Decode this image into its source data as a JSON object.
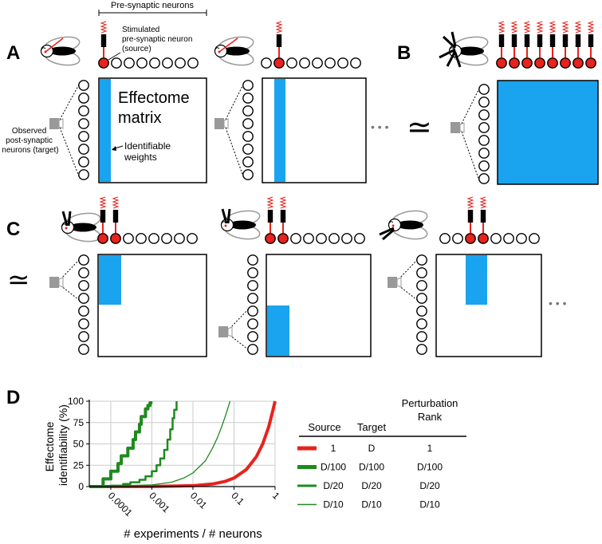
{
  "panels": {
    "a": "A",
    "b": "B",
    "c": "C",
    "d": "D"
  },
  "panel_a": {
    "presynaptic_label": "Pre-synaptic neurons",
    "stimulated_label_line1": "Stimulated",
    "stimulated_label_line2": "pre-synaptic neuron",
    "stimulated_label_line3": "(source)",
    "matrix_title_line1": "Effectome",
    "matrix_title_line2": "matrix",
    "observed_line1": "Observed",
    "observed_line2": "post-synaptic",
    "observed_line3": "neurons (target)",
    "identifiable_line1": "Identifiable",
    "identifiable_line2": "weights",
    "ellipsis": "• • •"
  },
  "approx_symbol": "≃",
  "panel_c": {
    "ellipsis": "• • •"
  },
  "colors": {
    "matrix_fill": "#1aa3ee",
    "stimulated_neuron": "#e8221c",
    "red_wire": "#e8221c",
    "electrode": "#000000",
    "grid": "#cccccc",
    "camera": "#999999"
  },
  "table": {
    "headers": [
      "Source",
      "Target",
      "Perturbation",
      "Rank"
    ],
    "rows": [
      {
        "source": "1",
        "target": "D",
        "rank": "1",
        "color": "#e8221c",
        "width": "thick"
      },
      {
        "source": "D/100",
        "target": "D/100",
        "rank": "D/100",
        "color": "#1e8a1e",
        "width": "thick"
      },
      {
        "source": "D/20",
        "target": "D/20",
        "rank": "D/20",
        "color": "#1e8a1e",
        "width": "medium"
      },
      {
        "source": "D/10",
        "target": "D/10",
        "rank": "D/10",
        "color": "#1e8a1e",
        "width": "thin"
      }
    ]
  },
  "chart_data": {
    "type": "line",
    "xlabel": "# experiments / # neurons",
    "ylabel_line1": "Effectome",
    "ylabel_line2": "identifiability (%)",
    "x_scale": "log",
    "xlim": [
      3e-05,
      1
    ],
    "ylim": [
      0,
      100
    ],
    "grid": true,
    "xticks": [
      {
        "value": 0.0001,
        "label": "0.0001"
      },
      {
        "value": 0.001,
        "label": "0.001"
      },
      {
        "value": 0.01,
        "label": "0.01"
      },
      {
        "value": 0.1,
        "label": "0.1"
      },
      {
        "value": 1,
        "label": "1"
      }
    ],
    "yticks": [
      {
        "value": 0,
        "label": "0"
      },
      {
        "value": 25,
        "label": "25"
      },
      {
        "value": 50,
        "label": "50"
      },
      {
        "value": 75,
        "label": "75"
      },
      {
        "value": 100,
        "label": "100"
      }
    ],
    "series": [
      {
        "color": "#e8221c",
        "width": 4,
        "step": false,
        "x": [
          3e-05,
          0.001,
          0.01,
          0.03,
          0.06,
          0.1,
          0.2,
          0.35,
          0.5,
          0.7,
          0.85,
          1
        ],
        "y": [
          0,
          0.1,
          1,
          3,
          6,
          10,
          20,
          35,
          50,
          70,
          86,
          100
        ]
      },
      {
        "color": "#1e8a1e",
        "width": 4,
        "step": true,
        "x": [
          3e-05,
          5e-05,
          6.5e-05,
          8e-05,
          0.0001,
          0.00012,
          0.00015,
          0.00018,
          0.00022,
          0.00026,
          0.0003,
          0.00035,
          0.0004,
          0.00045,
          0.0005,
          0.00055,
          0.0006,
          0.0007,
          0.0008,
          0.0009,
          0.00095
        ],
        "y": [
          0,
          0,
          9,
          9,
          18,
          18,
          27,
          36,
          36,
          45,
          45,
          55,
          64,
          64,
          73,
          82,
          82,
          91,
          95,
          98,
          100
        ]
      },
      {
        "color": "#1e8a1e",
        "width": 2.5,
        "step": true,
        "x": [
          3e-05,
          0.0001,
          0.0002,
          0.0003,
          0.0005,
          0.0007,
          0.001,
          0.0013,
          0.0016,
          0.002,
          0.0024,
          0.0028,
          0.0032,
          0.0035,
          0.004
        ],
        "y": [
          0,
          1,
          3,
          5,
          8,
          12,
          18,
          25,
          33,
          43,
          55,
          67,
          80,
          90,
          100
        ]
      },
      {
        "color": "#1e8a1e",
        "width": 1.3,
        "step": false,
        "x": [
          3e-05,
          0.001,
          0.003,
          0.006,
          0.01,
          0.02,
          0.03,
          0.04,
          0.05,
          0.06,
          0.07,
          0.08
        ],
        "y": [
          0,
          2,
          5,
          10,
          16,
          30,
          45,
          58,
          70,
          81,
          91,
          100
        ]
      }
    ]
  }
}
